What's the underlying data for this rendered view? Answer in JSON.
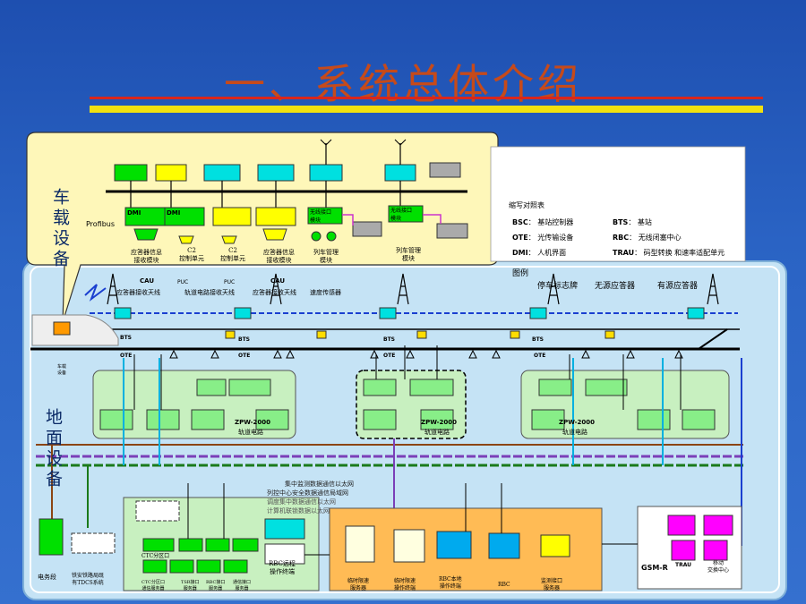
{
  "title": "一、系统总体介绍",
  "onboard_label": "车载设备",
  "ground_label": "地面设备",
  "bus_label": "Profibus",
  "onboard_modules": [
    {
      "label": "应答器信息\n接收模块"
    },
    {
      "label": "C2\n控制单元"
    },
    {
      "label": "C2\n控制单元"
    },
    {
      "label": "应答器信息\n接收模块"
    },
    {
      "label": "列车管理\n模块"
    },
    {
      "label": "列车管理\n模块"
    }
  ],
  "dmi_labels": [
    "DMI",
    "DMI"
  ],
  "module_small_labels": [
    "无线接口\n模块",
    "无线接口\n模块"
  ],
  "legend": {
    "header": "缩写对照表",
    "items": [
      {
        "abbr": "BSC",
        "desc": "基站控制器"
      },
      {
        "abbr": "BTS",
        "desc": "基站"
      },
      {
        "abbr": "OTE",
        "desc": "光传输设备"
      },
      {
        "abbr": "RBC",
        "desc": "无线闭塞中心"
      },
      {
        "abbr": "DMI",
        "desc": "人机界面"
      },
      {
        "abbr": "TRAU",
        "desc": "码型转换 和速率适配单元"
      }
    ],
    "figure_label": "图例"
  },
  "track_labels": {
    "cau": "CAU",
    "puc": "PUC",
    "antenna1": "应答器接收天线",
    "antenna2": "轨道电路接收天线",
    "antenna3": "应答器接收天线",
    "speed": "速度传感器",
    "stop_sign": "停车标志牌",
    "passive": "无源应答器",
    "active": "有源应答器",
    "bts": "BTS",
    "ote": "OTE",
    "vehicle": "车载\n设备"
  },
  "stations": [
    {
      "label": "ZPW-2000",
      "sub": "轨道电路"
    },
    {
      "label": "ZPW-2000",
      "sub": "轨道电路"
    },
    {
      "label": "ZPW-2000",
      "sub": "轨道电路"
    }
  ],
  "bus_lines": [
    "集中监测数据通信以太网",
    "列控中心安全数据通信局域网",
    "调度集中数据通信以太网",
    "计算机联锁数据以太网"
  ],
  "bottom_labels": {
    "power": "电务段",
    "dispatch": "铁安铁路局既\n有TDCS系统",
    "tdcs_center": "CTC分区口",
    "rbc_terminal": "RBC远程\n操作终端",
    "gsmr": "GSM-R",
    "trau": "TRAU",
    "msc": "移动\n交换中心",
    "centers": [
      "CTC分区口\n通信服务器",
      "TSR接口\n服务器",
      "RBC接口\n服务器",
      "通信接口\n服务器"
    ],
    "control": [
      "临时限速\n服务器",
      "临时限速\n操作终端",
      "RBC本地\n操作终端",
      "RBC",
      "监测接口\n服务器"
    ]
  },
  "colors": {
    "bg": "#2a63c4",
    "title": "#c64a1a",
    "module_green": "#00e000",
    "module_yellow": "#ffff00",
    "module_cyan": "#00e0e0",
    "station_bg": "#c8f0c0",
    "orange": "#ffbb55",
    "magenta": "#ff00ff",
    "ground_panel": "#c5e3f5"
  }
}
